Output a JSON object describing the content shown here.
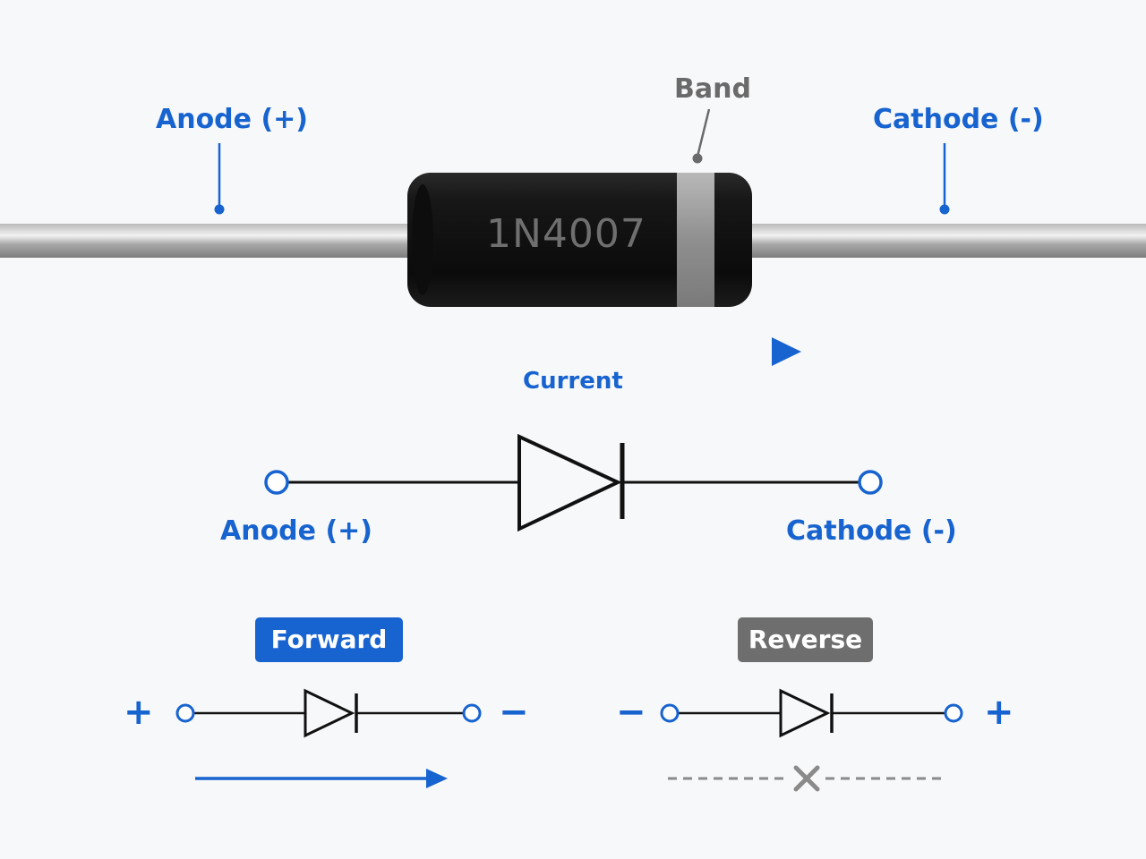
{
  "colors": {
    "accent": "#1763cf",
    "band_label": "#6a6a6a",
    "body": "#141414",
    "band": "#9a9a9a",
    "reverse_badge": "#6e6e6e"
  },
  "component": {
    "part_number": "1N4007",
    "anode_label": "Anode (+)",
    "cathode_label": "Cathode (-)",
    "band_label": "Band",
    "current_label": "Current"
  },
  "symbol": {
    "anode_label": "Anode (+)",
    "cathode_label": "Cathode (-)"
  },
  "bias": {
    "forward": {
      "label": "Forward",
      "left_sign": "+",
      "right_sign": "−"
    },
    "reverse": {
      "label": "Reverse",
      "left_sign": "−",
      "right_sign": "+"
    }
  }
}
